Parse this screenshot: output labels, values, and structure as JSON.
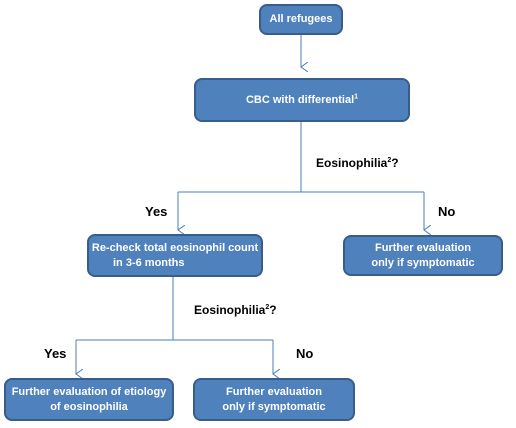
{
  "colors": {
    "node_fill": "#4f81bd",
    "node_border": "#385d8a",
    "connector": "#4a7ebb",
    "node_text": "#ffffff"
  },
  "nodes": {
    "all_refugees": "All refugees",
    "cbc": {
      "text": "CBC with differential",
      "sup": "1"
    },
    "recheck": {
      "line1": "Re-check total eosinophil count",
      "line2": "in 3-6 months"
    },
    "further_right": {
      "line1": "Further evaluation",
      "line2": "only if symptomatic"
    },
    "etiology": {
      "line1": "Further evaluation of etiology",
      "line2": "of eosinophilia"
    },
    "further_bottom": {
      "line1": "Further evaluation",
      "line2": "only if symptomatic"
    }
  },
  "conditions": {
    "first": {
      "text": "Eosinophilia",
      "sup": "2",
      "suffix": "?"
    },
    "second": {
      "text": "Eosinophilia",
      "sup": "2",
      "suffix": "?"
    }
  },
  "branches": {
    "yes_1": "Yes",
    "no_1": "No",
    "yes_2": "Yes",
    "no_2": "No"
  }
}
